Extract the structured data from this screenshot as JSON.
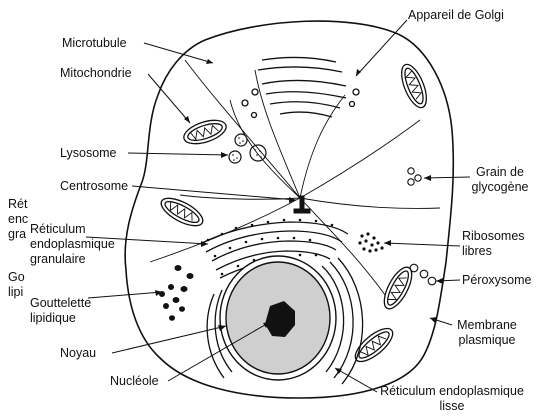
{
  "labels": {
    "golgi": "Appareil de Golgi",
    "microtubule": "Microtubule",
    "mitochondrie": "Mitochondrie",
    "lysosome": "Lysosome",
    "centrosome": "Centrosome",
    "glycogene_1": "Grain de",
    "glycogene_2": "glycogène",
    "reg_1": "Réticulum",
    "reg_2": "endoplasmique",
    "reg_3": "granulaire",
    "ribosomes_1": "Ribosomes",
    "ribosomes_2": "libres",
    "peroxysome": "Péroxysome",
    "gouttelette_1": "Gouttelette",
    "gouttelette_2": "lipidique",
    "noyau": "Noyau",
    "membrane_1": "Membrane",
    "membrane_2": "plasmique",
    "nucleole": "Nucléole",
    "rel_1": "Réticulum endoplasmique",
    "rel_2": "lisse"
  },
  "cropped_labels": {
    "ret_1": "Rét",
    "ret_2": "enc",
    "ret_3": "gra",
    "gou_1": "Go",
    "gou_2": "lipi"
  },
  "colors": {
    "ink": "#111111",
    "nucleus_fill": "#cfcfcf",
    "nucleolus_fill": "#111111"
  }
}
